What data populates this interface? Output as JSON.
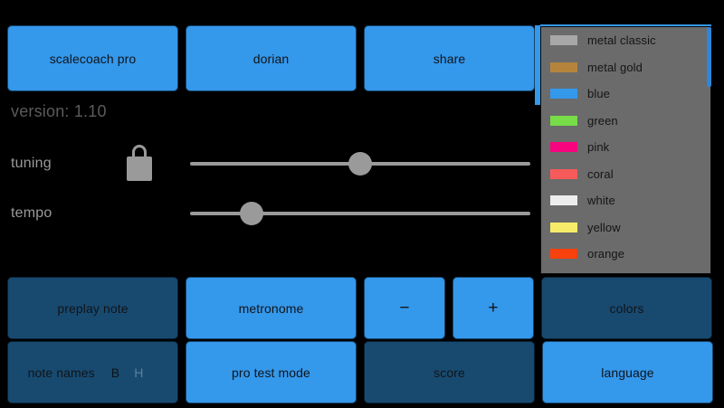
{
  "app": {
    "background": "#000000",
    "accent_on": "#3498eb",
    "accent_off": "#184a70"
  },
  "top_row": {
    "buttons": [
      {
        "label": "scalecoach pro",
        "state": "on",
        "name": "title-button"
      },
      {
        "label": "dorian",
        "state": "on",
        "name": "mode-button"
      },
      {
        "label": "share",
        "state": "on",
        "name": "share-button"
      }
    ]
  },
  "settings": {
    "version_text": "version: 1.10",
    "tuning": {
      "label": "tuning",
      "lock_icon": "lock-closed-icon",
      "slider_percent": 50
    },
    "tempo": {
      "label": "tempo",
      "slider_percent": 18
    }
  },
  "mid_row": {
    "buttons": [
      {
        "label": "preplay note",
        "state": "off",
        "name": "preplay-note-button"
      },
      {
        "label": "metronome",
        "state": "on",
        "name": "metronome-button"
      },
      {
        "label": "−",
        "state": "on",
        "name": "decrement-button"
      },
      {
        "label": "+",
        "state": "on",
        "name": "increment-button"
      },
      {
        "label": "colors",
        "state": "off",
        "name": "colors-button"
      }
    ]
  },
  "bottom_row": {
    "note_names": {
      "label": "note names",
      "options": [
        {
          "text": "B",
          "selected": true
        },
        {
          "text": "H",
          "selected": false
        }
      ],
      "state": "off"
    },
    "buttons": [
      {
        "label": "pro test mode",
        "state": "on",
        "name": "pro-test-mode-button"
      },
      {
        "label": "score",
        "state": "off",
        "name": "score-button"
      },
      {
        "label": "language",
        "state": "on",
        "name": "language-button"
      }
    ]
  },
  "colors_dropdown": {
    "open": true,
    "scrollbar_color": "#2f86d8",
    "items": [
      {
        "name": "metal classic",
        "swatch": "#a8a8a8"
      },
      {
        "name": "metal gold",
        "swatch": "#b5843c"
      },
      {
        "name": "blue",
        "swatch": "#3498eb"
      },
      {
        "name": "green",
        "swatch": "#76dd49"
      },
      {
        "name": "pink",
        "swatch": "#f8047f"
      },
      {
        "name": "coral",
        "swatch": "#f75a5a"
      },
      {
        "name": "white",
        "swatch": "#ededed"
      },
      {
        "name": "yellow",
        "swatch": "#f7ec6a"
      },
      {
        "name": "orange",
        "swatch": "#f8410c"
      }
    ]
  }
}
